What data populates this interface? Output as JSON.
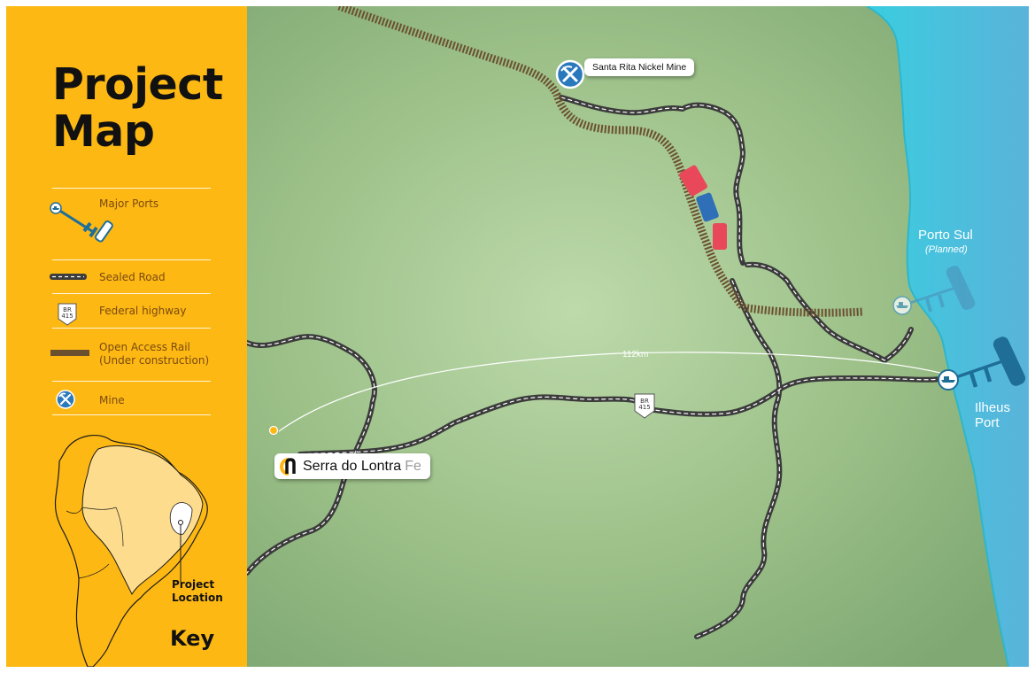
{
  "sidebar": {
    "title_line1": "Project",
    "title_line2": "Map",
    "legend": [
      {
        "label": "Major Ports",
        "icon": "port-icon"
      },
      {
        "label": "Sealed Road",
        "icon": "sealed-road-icon"
      },
      {
        "label": "Federal highway",
        "icon": "highway-shield-icon"
      },
      {
        "label_line1": "Open Access Rail",
        "label_line2": "(Under construction)",
        "icon": "rail-icon"
      },
      {
        "label": "Mine",
        "icon": "mine-icon"
      }
    ],
    "inset": {
      "location_line1": "Project",
      "location_line2": "Location"
    },
    "key_label": "Key",
    "highway_shield": {
      "line1": "BR",
      "line2": "415"
    }
  },
  "map": {
    "mine_label": "Santa Rita Nickel Mine",
    "project_name": "Serra do Lontra",
    "project_suffix": "Fe",
    "distance_label": "112km",
    "highway_shield": {
      "line1": "BR",
      "line2": "415"
    },
    "ports": [
      {
        "name": "Porto Sul",
        "note": "(Planned)"
      },
      {
        "name_line1": "Ilheus",
        "name_line2": "Port"
      }
    ]
  },
  "colors": {
    "sidebar": "#FDB813",
    "land": "#A9C990",
    "sea": "#35C6D9",
    "road": "#3b3b3b",
    "rail": "#6b5030",
    "mine": "#2A79BD",
    "port_active": "#1E6E98",
    "port_planned": "#4A9BC0"
  }
}
